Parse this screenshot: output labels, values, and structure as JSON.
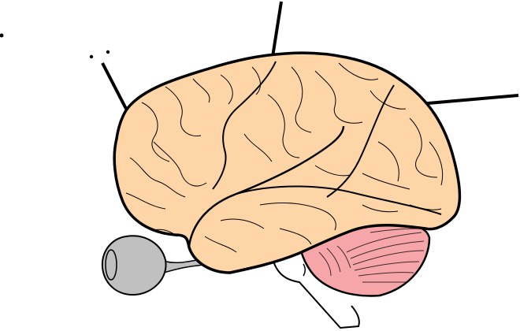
{
  "diagram": {
    "subject": "brain-lateral-view",
    "colors": {
      "cerebrum": "#fdd5a6",
      "cerebellum": "#f6a5a9",
      "eye": "#c0c0c0",
      "brainstem": "#ffffff",
      "outline": "#000000"
    },
    "parts": [
      "cerebrum",
      "cerebellum",
      "brainstem",
      "eye",
      "optic-nerve"
    ],
    "leader_lines": 3
  }
}
